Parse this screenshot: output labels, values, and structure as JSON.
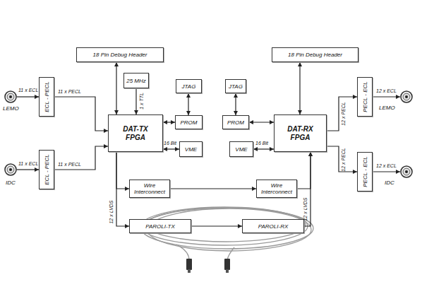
{
  "diagram": {
    "nodes": [
      {
        "text": [
          "18 Pin Debug Header"
        ]
      },
      {
        "text": [
          "18 Pin Debug Header"
        ]
      },
      {
        "text": [
          "25 MHz"
        ]
      },
      {
        "text": [
          "JTAG"
        ]
      },
      {
        "text": [
          "JTAG"
        ]
      },
      {
        "text": [
          "LEMO"
        ]
      },
      {
        "text": [
          "ECL - PECL"
        ]
      },
      {
        "text": [
          "DAT-TX FPGA"
        ]
      },
      {
        "text": [
          "PROM"
        ]
      },
      {
        "text": [
          "PROM"
        ]
      },
      {
        "text": [
          "DAT-RX FPGA"
        ]
      },
      {
        "text": [
          "PECL - ECL"
        ]
      },
      {
        "text": [
          "LEMO"
        ]
      },
      {
        "text": [
          "VME"
        ]
      },
      {
        "text": [
          "VME"
        ]
      },
      {
        "text": [
          "IDC"
        ]
      },
      {
        "text": [
          "ECL - PECL"
        ]
      },
      {
        "text": [
          "PECL - ECL"
        ]
      },
      {
        "text": [
          "IDC"
        ]
      },
      {
        "text": [
          "Wire Interconnect"
        ]
      },
      {
        "text": [
          "Wire Interconnect"
        ]
      },
      {
        "text": [
          "PAROLI-TX"
        ]
      },
      {
        "text": [
          "PAROLI-RX"
        ]
      }
    ],
    "edges": [
      {
        "from": 5,
        "to": 6,
        "arrow": "to",
        "label": "11 x ECL"
      },
      {
        "from": 6,
        "to": 7,
        "arrow": "to",
        "label": "11 x PECL"
      },
      {
        "from": 15,
        "to": 16,
        "arrow": "to",
        "label": "11 x ECL"
      },
      {
        "from": 16,
        "to": 7,
        "arrow": "to",
        "label": "11 x PECL"
      },
      {
        "from": 0,
        "to": 7,
        "arrow": "both"
      },
      {
        "from": 2,
        "to": 7,
        "arrow": "to",
        "label": "1 x TTL"
      },
      {
        "from": 7,
        "to": 8,
        "arrow": "both"
      },
      {
        "from": 3,
        "to": 8,
        "arrow": "both"
      },
      {
        "from": 13,
        "to": 7,
        "arrow": "both",
        "label": "16 Bit"
      },
      {
        "from": 7,
        "to": 19,
        "arrow": "to"
      },
      {
        "from": 7,
        "to": 21,
        "arrow": "to",
        "label": "12 x LVDS"
      },
      {
        "from": 19,
        "to": 20,
        "arrow": "to"
      },
      {
        "from": 21,
        "to": 22,
        "arrow": "to"
      },
      {
        "from": 20,
        "to": 10,
        "arrow": "to"
      },
      {
        "from": 22,
        "to": 10,
        "arrow": "to",
        "label": "12 x LVDS"
      },
      {
        "from": 4,
        "to": 9,
        "arrow": "both"
      },
      {
        "from": 9,
        "to": 10,
        "arrow": "both"
      },
      {
        "from": 14,
        "to": 10,
        "arrow": "both",
        "label": "16 Bit"
      },
      {
        "from": 1,
        "to": 10,
        "arrow": "both"
      },
      {
        "from": 10,
        "to": 11,
        "arrow": "to",
        "label": "12 x PECL"
      },
      {
        "from": 11,
        "to": 12,
        "arrow": "to",
        "label": "12 x ECL"
      },
      {
        "from": 10,
        "to": 17,
        "arrow": "to",
        "label": "12 x PECL"
      },
      {
        "from": 17,
        "to": 18,
        "arrow": "to",
        "label": "12 x ECL"
      }
    ]
  }
}
